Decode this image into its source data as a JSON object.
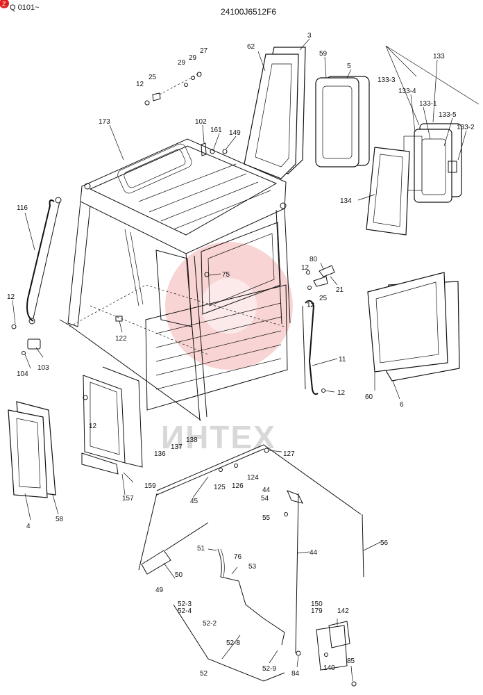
{
  "header": {
    "badge": "Z",
    "serial": "Q 0101~",
    "part_code": "24100J6512F6"
  },
  "watermark": {
    "text": "ИНТЕХ",
    "color": "#e03a3a"
  },
  "labels": [
    {
      "id": "l-3",
      "text": "3"
    },
    {
      "id": "l-62",
      "text": "62"
    },
    {
      "id": "l-59",
      "text": "59"
    },
    {
      "id": "l-5",
      "text": "5"
    },
    {
      "id": "l-133",
      "text": "133"
    },
    {
      "id": "l-133-3",
      "text": "133-3"
    },
    {
      "id": "l-133-4",
      "text": "133-4"
    },
    {
      "id": "l-133-1",
      "text": "133-1"
    },
    {
      "id": "l-133-5",
      "text": "133-5"
    },
    {
      "id": "l-133-2",
      "text": "133-2"
    },
    {
      "id": "l-134",
      "text": "134"
    },
    {
      "id": "l-27",
      "text": "27"
    },
    {
      "id": "l-29a",
      "text": "29"
    },
    {
      "id": "l-29b",
      "text": "29"
    },
    {
      "id": "l-25a",
      "text": "25"
    },
    {
      "id": "l-12a",
      "text": "12"
    },
    {
      "id": "l-173",
      "text": "173"
    },
    {
      "id": "l-102",
      "text": "102"
    },
    {
      "id": "l-161",
      "text": "161"
    },
    {
      "id": "l-149",
      "text": "149"
    },
    {
      "id": "l-116",
      "text": "116"
    },
    {
      "id": "l-12b",
      "text": "12"
    },
    {
      "id": "l-103",
      "text": "103"
    },
    {
      "id": "l-104",
      "text": "104"
    },
    {
      "id": "l-122",
      "text": "122"
    },
    {
      "id": "l-75",
      "text": "75"
    },
    {
      "id": "l-80",
      "text": "80"
    },
    {
      "id": "l-12c",
      "text": "12"
    },
    {
      "id": "l-21",
      "text": "21"
    },
    {
      "id": "l-12d",
      "text": "12"
    },
    {
      "id": "l-25b",
      "text": "25"
    },
    {
      "id": "l-11",
      "text": "11"
    },
    {
      "id": "l-12e",
      "text": "12"
    },
    {
      "id": "l-60",
      "text": "60"
    },
    {
      "id": "l-6",
      "text": "6"
    },
    {
      "id": "l-12f",
      "text": "12"
    },
    {
      "id": "l-136",
      "text": "136"
    },
    {
      "id": "l-137",
      "text": "137"
    },
    {
      "id": "l-138",
      "text": "138"
    },
    {
      "id": "l-127",
      "text": "127"
    },
    {
      "id": "l-124",
      "text": "124"
    },
    {
      "id": "l-125",
      "text": "125"
    },
    {
      "id": "l-126",
      "text": "126"
    },
    {
      "id": "l-44a",
      "text": "44"
    },
    {
      "id": "l-54",
      "text": "54"
    },
    {
      "id": "l-55",
      "text": "55"
    },
    {
      "id": "l-45",
      "text": "45"
    },
    {
      "id": "l-159",
      "text": "159"
    },
    {
      "id": "l-157",
      "text": "157"
    },
    {
      "id": "l-4",
      "text": "4"
    },
    {
      "id": "l-58",
      "text": "58"
    },
    {
      "id": "l-44b",
      "text": "44"
    },
    {
      "id": "l-56",
      "text": "56"
    },
    {
      "id": "l-51",
      "text": "51"
    },
    {
      "id": "l-76",
      "text": "76"
    },
    {
      "id": "l-53",
      "text": "53"
    },
    {
      "id": "l-50",
      "text": "50"
    },
    {
      "id": "l-49",
      "text": "49"
    },
    {
      "id": "l-52-3",
      "text": "52-3"
    },
    {
      "id": "l-52-4",
      "text": "52-4"
    },
    {
      "id": "l-52-2",
      "text": "52-2"
    },
    {
      "id": "l-52-8",
      "text": "52-8"
    },
    {
      "id": "l-52",
      "text": "52"
    },
    {
      "id": "l-52-9",
      "text": "52-9"
    },
    {
      "id": "l-150",
      "text": "150"
    },
    {
      "id": "l-179",
      "text": "179"
    },
    {
      "id": "l-142",
      "text": "142"
    },
    {
      "id": "l-140",
      "text": "140"
    },
    {
      "id": "l-84",
      "text": "84"
    },
    {
      "id": "l-85",
      "text": "85"
    }
  ]
}
